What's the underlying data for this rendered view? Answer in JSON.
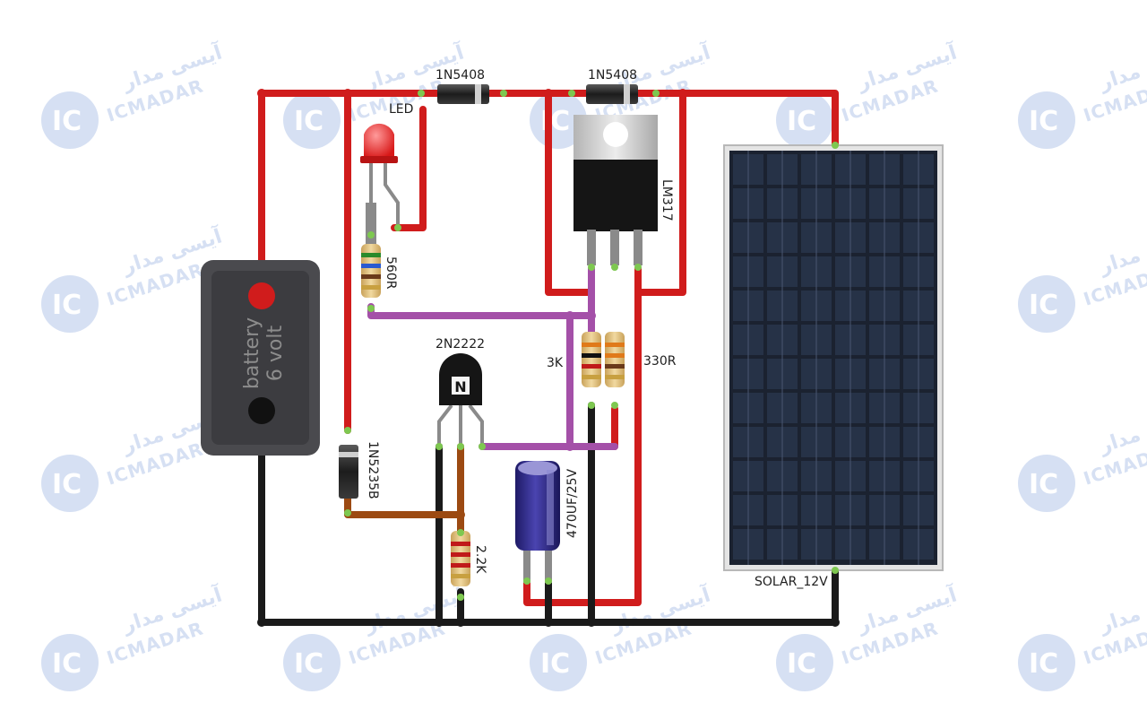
{
  "labels": {
    "diode_top_left": "1N5408",
    "diode_top_right": "1N5408",
    "led": "LED",
    "regulator": "LM317",
    "r_led": "560R",
    "transistor": "2N2222",
    "transistor_mark": "N",
    "r_3k": "3K",
    "r_330": "330R",
    "zener": "1N5235B",
    "r_22k": "2.2K",
    "capacitor": "470UF/25V",
    "solar": "SOLAR_12V",
    "battery_line1": "battery",
    "battery_line2": "6 volt"
  },
  "watermark": {
    "brand_fa": "آیسی مدار",
    "brand_en": "ICMADAR",
    "logo": "IC"
  },
  "colors": {
    "positive_wire": "#d01c1c",
    "ground_wire": "#1a1a1a",
    "bias_wire": "#a450a8",
    "zener_wire": "#9c4a12",
    "battery_body": "#4a4a4e",
    "solar_cell": "#1b2230",
    "watermark": "#cfdbf1"
  }
}
